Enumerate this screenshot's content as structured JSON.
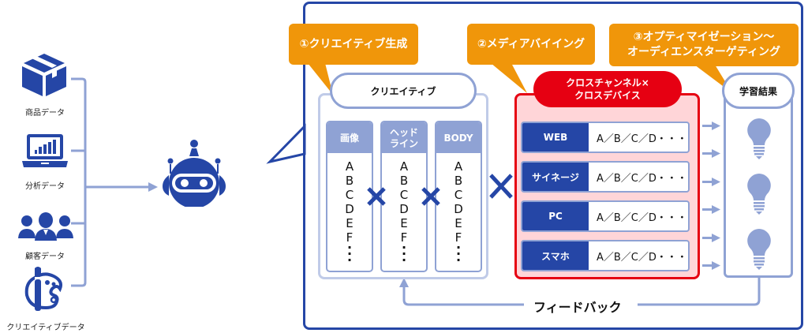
{
  "sources": [
    {
      "label": "商品データ",
      "icon": "package-box-icon"
    },
    {
      "label": "分析データ",
      "icon": "laptop-chart-icon"
    },
    {
      "label": "顧客データ",
      "icon": "customers-group-icon"
    },
    {
      "label": "クリエイティブデータ",
      "icon": "palette-brush-icon"
    }
  ],
  "callouts": {
    "step1": "①クリエイティブ生成",
    "step2": "②メディアバイイング",
    "step3_line1": "③オプティマイゼーション〜",
    "step3_line2": "オーディエンスターゲティング"
  },
  "creative": {
    "title": "クリエイティブ",
    "columns": [
      {
        "header_line1": "画像",
        "header_line2": "",
        "items": [
          "A",
          "B",
          "C",
          "D",
          "E",
          "F"
        ]
      },
      {
        "header_line1": "ヘッド",
        "header_line2": "ライン",
        "items": [
          "A",
          "B",
          "C",
          "D",
          "E",
          "F"
        ]
      },
      {
        "header_line1": "BODY",
        "header_line2": "",
        "items": [
          "A",
          "B",
          "C",
          "D",
          "E",
          "F"
        ]
      }
    ],
    "multiply_symbol": "×"
  },
  "channels": {
    "title_line1": "クロスチャンネル×",
    "title_line2": "クロスデバイス",
    "rows": [
      {
        "name": "WEB",
        "value": "A／B／C／D・・・"
      },
      {
        "name": "サイネージ",
        "value": "A／B／C／D・・・"
      },
      {
        "name": "PC",
        "value": "A／B／C／D・・・"
      },
      {
        "name": "スマホ",
        "value": "A／B／C／D・・・"
      }
    ]
  },
  "results": {
    "title": "学習結果",
    "bulb_count": 3
  },
  "feedback": {
    "label": "フィードバック"
  },
  "colors": {
    "navy": "#2546a6",
    "light_blue": "#8fa2d4",
    "orange": "#f0960a",
    "red": "#e60012",
    "pink_bg": "#ffd5d8"
  }
}
